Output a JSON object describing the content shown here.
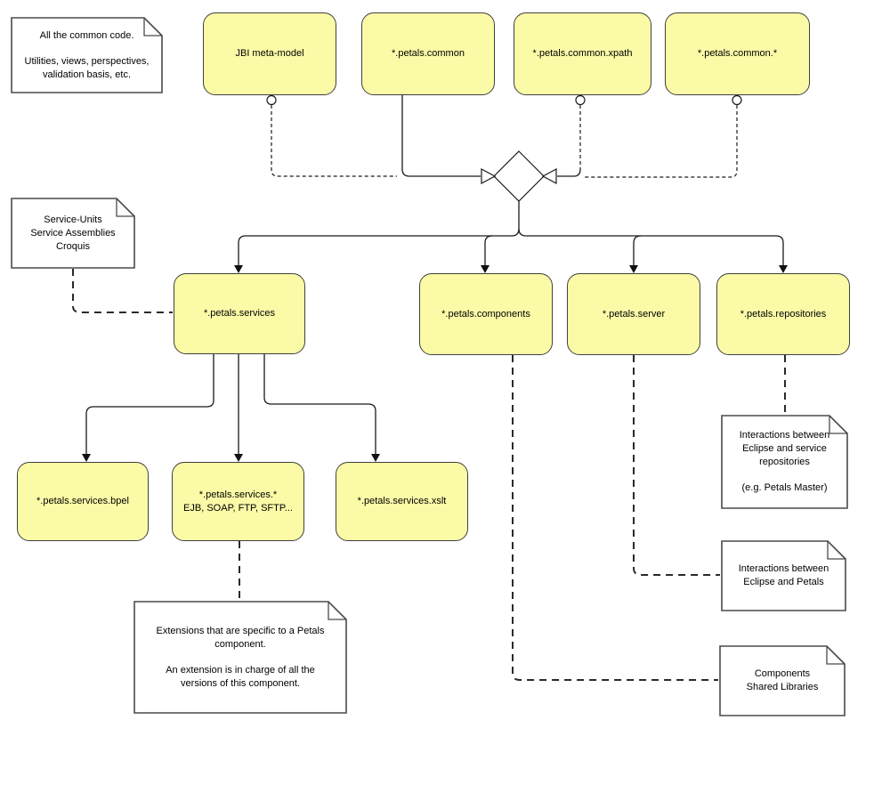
{
  "packages": {
    "jbi": {
      "label": "JBI meta-model"
    },
    "common": {
      "label": "*.petals.common"
    },
    "common_xpath": {
      "label": "*.petals.common.xpath"
    },
    "common_star": {
      "label": "*.petals.common.*"
    },
    "services": {
      "label": "*.petals.services"
    },
    "components": {
      "label": "*.petals.components"
    },
    "server": {
      "label": "*.petals.server"
    },
    "repositories": {
      "label": "*.petals.repositories"
    },
    "services_bpel": {
      "label": "*.petals.services.bpel"
    },
    "services_star": {
      "label": "*.petals.services.*",
      "sublabel": "EJB, SOAP, FTP, SFTP..."
    },
    "services_xslt": {
      "label": "*.petals.services.xslt"
    }
  },
  "notes": {
    "common_code": {
      "lines": [
        "All the common code.",
        "Utilities, views, perspectives,",
        "validation basis, etc."
      ]
    },
    "service_units": {
      "lines": [
        "Service-Units",
        "Service Assemblies",
        "Croquis"
      ]
    },
    "repositories_note": {
      "lines": [
        "Interactions between",
        "Eclipse and service",
        "repositories",
        "(e.g. Petals Master)"
      ]
    },
    "server_note": {
      "lines": [
        "Interactions between",
        "Eclipse and Petals"
      ]
    },
    "components_note": {
      "lines": [
        "Components",
        "Shared Libraries"
      ]
    },
    "extensions_note": {
      "lines": [
        "Extensions that are specific to a Petals",
        "component.",
        "An extension is in charge of all the",
        "versions of this component."
      ]
    }
  },
  "colors": {
    "package_fill": "#fbfba7",
    "package_border": "#3f3f3f",
    "note_fill": "#ffffff",
    "note_border": "#4a4a4a",
    "line": "#1a1a1a"
  }
}
